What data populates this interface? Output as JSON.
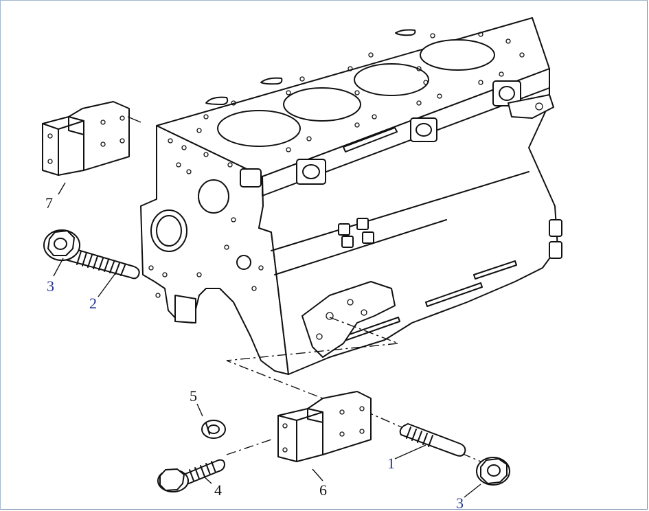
{
  "diagram": {
    "colors": {
      "line": "#111111",
      "callout_blue": "#1e2f8f",
      "callout_black": "#111111",
      "frame": "#6f8fb0"
    },
    "callouts": [
      {
        "id": "c1",
        "text": "1",
        "color": "blue"
      },
      {
        "id": "c2",
        "text": "2",
        "color": "blue"
      },
      {
        "id": "c3a",
        "text": "3",
        "color": "blue"
      },
      {
        "id": "c3b",
        "text": "3",
        "color": "blue"
      },
      {
        "id": "c4",
        "text": "4",
        "color": "black"
      },
      {
        "id": "c5",
        "text": "5",
        "color": "black"
      },
      {
        "id": "c6",
        "text": "6",
        "color": "black"
      },
      {
        "id": "c7",
        "text": "7",
        "color": "black"
      }
    ]
  }
}
